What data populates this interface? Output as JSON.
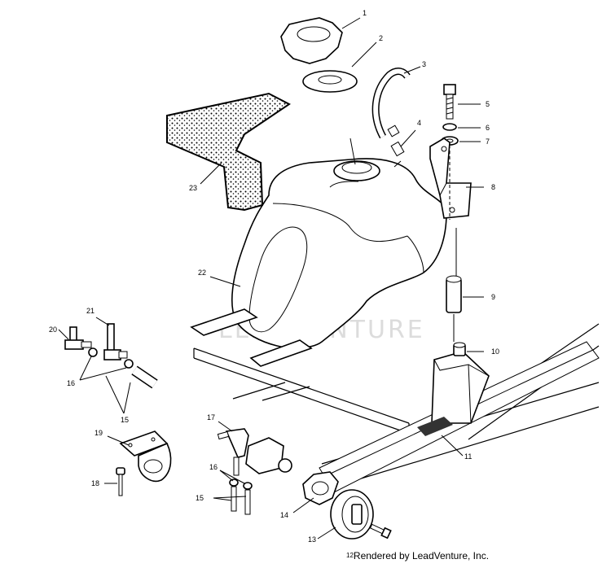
{
  "diagram": {
    "callouts": [
      {
        "num": "1",
        "part": "fuel-cap"
      },
      {
        "num": "2",
        "part": "cap-gasket"
      },
      {
        "num": "3",
        "part": "vent-hose"
      },
      {
        "num": "4",
        "part": "vent-fitting"
      },
      {
        "num": "5",
        "part": "bolt"
      },
      {
        "num": "6",
        "part": "lock-washer"
      },
      {
        "num": "7",
        "part": "flat-washer"
      },
      {
        "num": "8",
        "part": "mounting-bracket"
      },
      {
        "num": "9",
        "part": "spacer-long"
      },
      {
        "num": "10",
        "part": "spacer-short"
      },
      {
        "num": "11",
        "part": "decal"
      },
      {
        "num": "13",
        "part": "hub"
      },
      {
        "num": "14",
        "part": "nut"
      },
      {
        "num": "15",
        "part": "fuel-line"
      },
      {
        "num": "15",
        "part": "fuel-line-lower"
      },
      {
        "num": "16",
        "part": "clamp"
      },
      {
        "num": "16",
        "part": "clamp-lower"
      },
      {
        "num": "17",
        "part": "fuel-valve"
      },
      {
        "num": "18",
        "part": "rivet"
      },
      {
        "num": "19",
        "part": "valve-bracket"
      },
      {
        "num": "20",
        "part": "elbow-fitting"
      },
      {
        "num": "21",
        "part": "tee-fitting"
      },
      {
        "num": "22",
        "part": "fuel-tank"
      },
      {
        "num": "23",
        "part": "foam-pad"
      }
    ],
    "watermark": "LEADVENTURE"
  },
  "footer": {
    "page_num": "12",
    "text": "Rendered by LeadVenture, Inc."
  }
}
